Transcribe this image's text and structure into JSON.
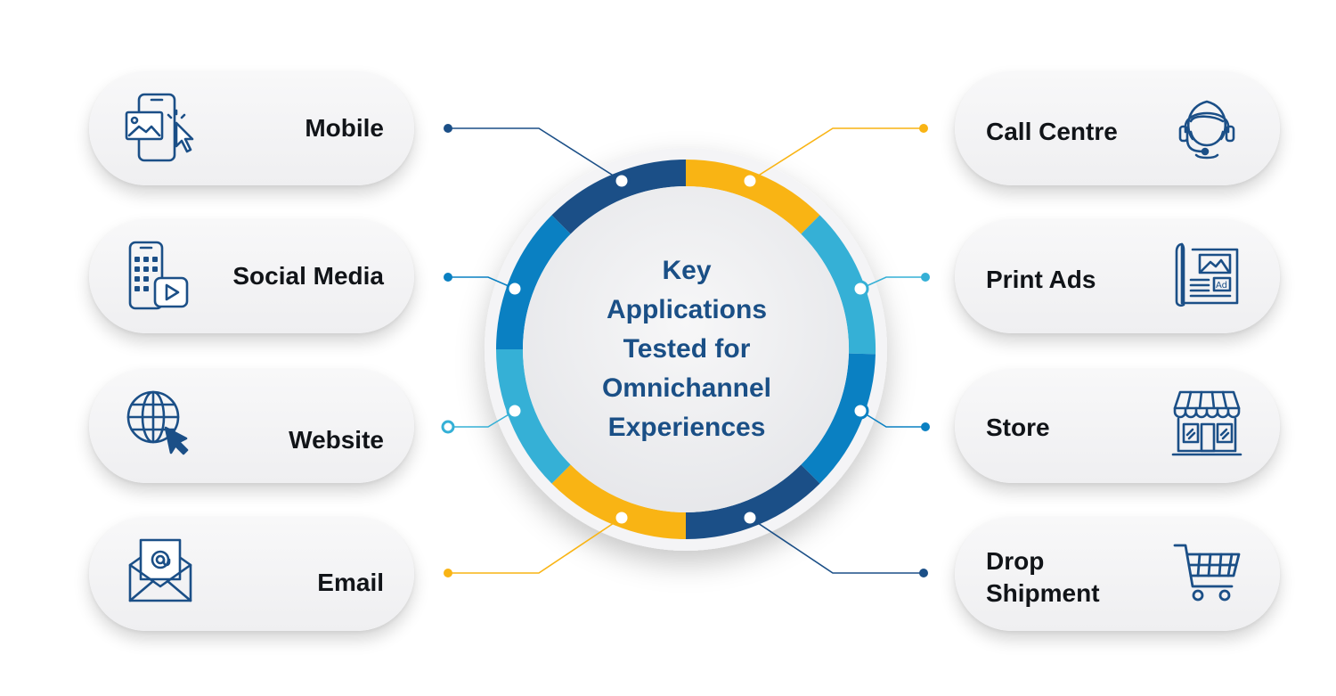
{
  "center": {
    "title": "Key\nApplications\nTested for\nOmnichannel\nExperiences"
  },
  "left_items": [
    {
      "label": "Mobile",
      "icon": "mobile-touch-icon"
    },
    {
      "label": "Social Media",
      "icon": "smartphone-apps-video-icon"
    },
    {
      "label": "Website",
      "icon": "globe-cursor-icon"
    },
    {
      "label": "Email",
      "icon": "envelope-at-icon"
    }
  ],
  "right_items": [
    {
      "label": "Call Centre",
      "icon": "headset-agent-icon"
    },
    {
      "label": "Print Ads",
      "icon": "newspaper-ad-icon"
    },
    {
      "label": "Store",
      "icon": "storefront-icon"
    },
    {
      "label": "Drop\nShipment",
      "icon": "shopping-cart-icon"
    }
  ],
  "colors": {
    "dark_blue": "#1b4f87",
    "mid_blue": "#0a80c2",
    "light_blue": "#35b0d6",
    "yellow": "#f9b414",
    "icon_stroke": "#1b4f87",
    "text": "#111418"
  }
}
